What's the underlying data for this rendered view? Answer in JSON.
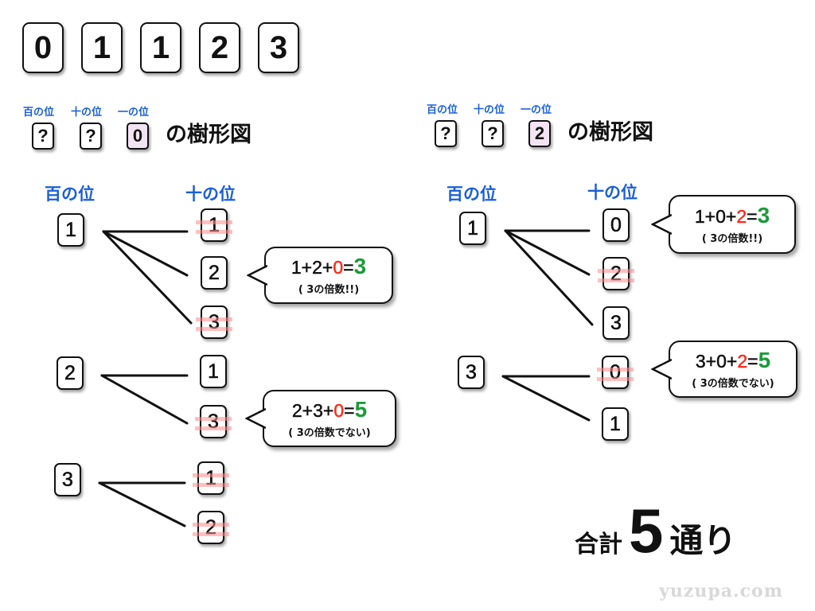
{
  "available_cards": [
    "0",
    "1",
    "1",
    "2",
    "3"
  ],
  "place_labels": {
    "hundreds": "百の位",
    "tens": "十の位",
    "ones": "一の位"
  },
  "column_headers": {
    "hundreds": "百の位",
    "tens": "十の位"
  },
  "trees": [
    {
      "title_cards": [
        "?",
        "?",
        "0"
      ],
      "title_suffix": "の樹形図",
      "branches": [
        {
          "hundreds": "1",
          "tens": [
            {
              "value": "1",
              "crossed": true
            },
            {
              "value": "2",
              "crossed": false
            },
            {
              "value": "3",
              "crossed": true
            }
          ]
        },
        {
          "hundreds": "2",
          "tens": [
            {
              "value": "1",
              "crossed": false
            },
            {
              "value": "3",
              "crossed": true
            }
          ]
        },
        {
          "hundreds": "3",
          "tens": [
            {
              "value": "1",
              "crossed": true
            },
            {
              "value": "2",
              "crossed": true
            }
          ]
        }
      ],
      "bubbles": [
        {
          "a": "1",
          "op1": "+",
          "b": "2",
          "op2": "+",
          "c": "0",
          "eq": "=",
          "sum": "3",
          "note": "( 3の倍数!!)"
        },
        {
          "a": "2",
          "op1": "+",
          "b": "3",
          "op2": "+",
          "c": "0",
          "eq": "=",
          "sum": "5",
          "note": "( 3の倍数でない)"
        }
      ]
    },
    {
      "title_cards": [
        "?",
        "?",
        "2"
      ],
      "title_suffix": "の樹形図",
      "branches": [
        {
          "hundreds": "1",
          "tens": [
            {
              "value": "0",
              "crossed": false
            },
            {
              "value": "2",
              "crossed": true
            },
            {
              "value": "3",
              "crossed": false
            }
          ]
        },
        {
          "hundreds": "3",
          "tens": [
            {
              "value": "0",
              "crossed": true
            },
            {
              "value": "1",
              "crossed": false
            }
          ]
        }
      ],
      "bubbles": [
        {
          "a": "1",
          "op1": "+",
          "b": "0",
          "op2": "+",
          "c": "2",
          "eq": "=",
          "sum": "3",
          "note": "( 3の倍数!!)"
        },
        {
          "a": "3",
          "op1": "+",
          "b": "0",
          "op2": "+",
          "c": "2",
          "eq": "=",
          "sum": "5",
          "note": "( 3の倍数でない)"
        }
      ]
    }
  ],
  "total": {
    "label": "合計",
    "count": "5",
    "unit": "通り"
  },
  "watermark": "yuzupa.com",
  "colors": {
    "label_blue": "#1a5fd8",
    "highlight_red": "#ff2a1a",
    "sum_green": "#1b9a3a",
    "strike_pink": "#ff8c8c",
    "selected_card_bg": "#f3e4f3"
  }
}
